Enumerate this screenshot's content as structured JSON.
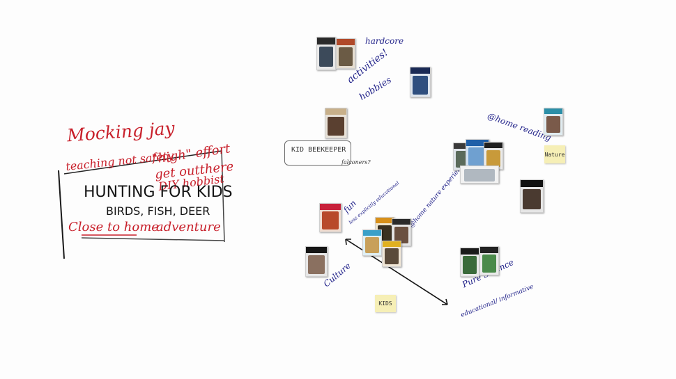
{
  "whiteboard": {
    "left_panel": {
      "title": "Mocking jay",
      "left_note": "teaching not safety",
      "effort_note": "\"high\" effort",
      "outdoor_note": "get outthere",
      "diy_note": "DIY hobbist",
      "headline": "HUNTING FOR KIDS",
      "subline": "BIRDS, FISH, DEER",
      "bottom_left": "Close to home",
      "bottom_right": "adventure"
    },
    "right_notes": {
      "hardcore": "hardcore",
      "activities": "activities!",
      "hobbies": "hobbies",
      "kid_beekeeper": "KID BEEKEEPER",
      "falconers": "falconers?",
      "home_reading": "@home reading",
      "nature": "Nature",
      "fun": "fun",
      "less_educational": "less explicitly educational",
      "home_nature": "@home nature experience",
      "culture": "Culture",
      "kids": "KIDS",
      "pure_science": "Pure Science",
      "educational": "educational/ informative"
    }
  }
}
